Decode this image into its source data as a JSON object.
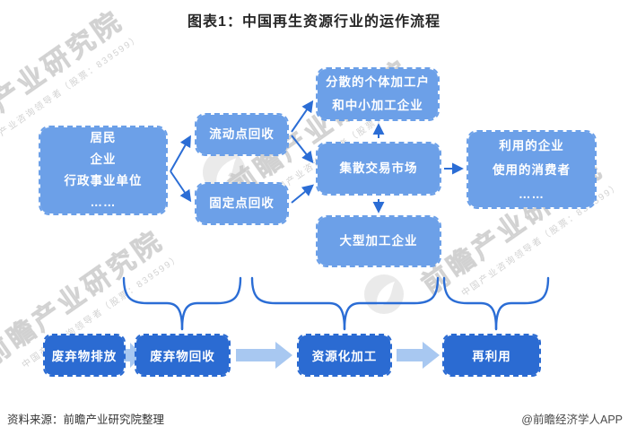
{
  "title": "图表1：中国再生资源行业的运作流程",
  "flow": {
    "source": {
      "lines": [
        "居民",
        "企业",
        "行政事业单位",
        "……"
      ]
    },
    "mobile": {
      "label": "流动点回收"
    },
    "fixed": {
      "label": "固定点回收"
    },
    "scattered": {
      "lines": [
        "分散的个体加工户",
        "和中小加工企业"
      ]
    },
    "market": {
      "label": "集散交易市场"
    },
    "large": {
      "label": "大型加工企业"
    },
    "users": {
      "lines": [
        "利用的企业",
        "使用的消费者",
        "……"
      ]
    }
  },
  "stages": [
    "废弃物排放",
    "废弃物回收",
    "资源化加工",
    "再利用"
  ],
  "watermark": {
    "brand": "前瞻产业研究院",
    "tagline": "中国产业咨询领导者（股票：839599）"
  },
  "footer": {
    "source": "资料来源：前瞻产业研究院整理",
    "credit": "@前瞻经济学人APP"
  },
  "colors": {
    "box_light": "#6CA0E8",
    "box_dark": "#2B6BD2",
    "connector": "#2B6DD5",
    "block_arrow": "#A8C8F1",
    "watermark": "#CDCDCD"
  }
}
